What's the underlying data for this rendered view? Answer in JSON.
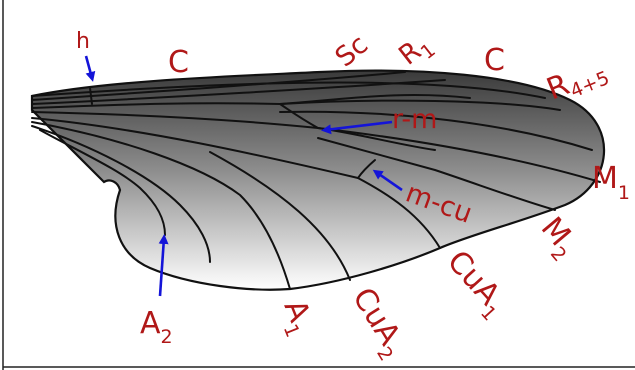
{
  "labels": {
    "h": "h",
    "c_left": "C",
    "sc": "Sc",
    "r1_main": "R",
    "r1_sub": "1",
    "c_right": "C",
    "r45_main": "R",
    "r45_sub": "4+5",
    "rm": "r-m",
    "m1_main": "M",
    "m1_sub": "1",
    "mcu": "m-cu",
    "m2_main": "M",
    "m2_sub": "2",
    "a2_main": "A",
    "a2_sub": "2",
    "a1_main": "A",
    "a1_sub": "1",
    "cua2_main": "CuA",
    "cua2_sub": "2",
    "cua1_main": "CuA",
    "cua1_sub": "1"
  },
  "colors": {
    "label": "#b01818",
    "arrow": "#1414d8",
    "vein": "#111111",
    "wing_dark": "#3a3a3a",
    "wing_light": "#ffffff"
  }
}
